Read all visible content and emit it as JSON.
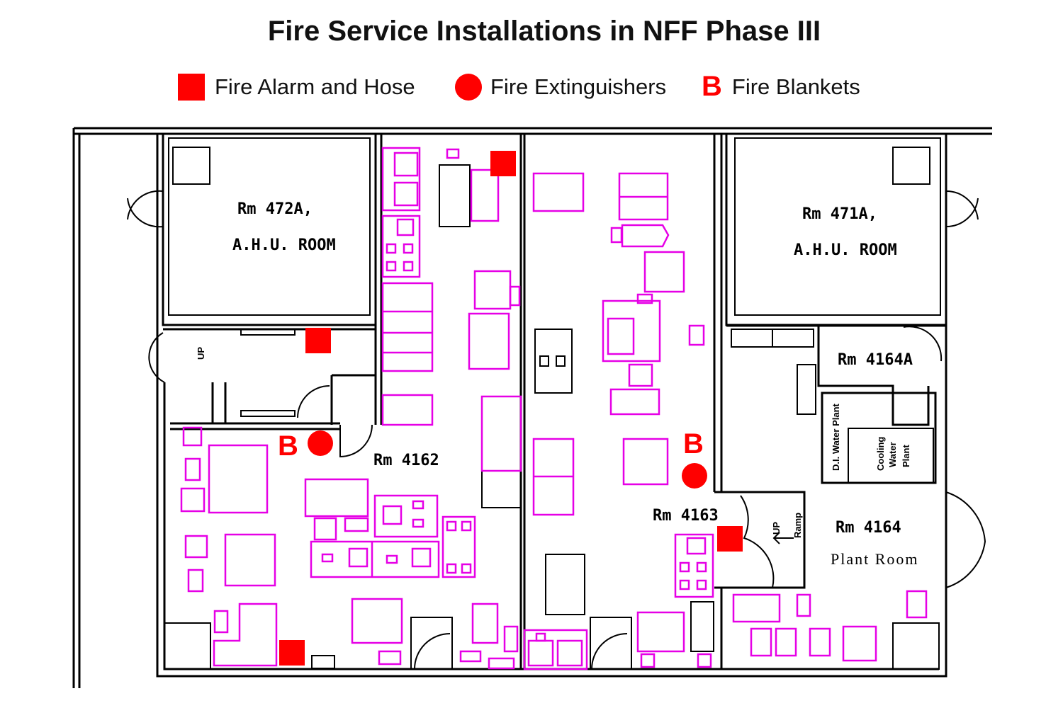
{
  "title": "Fire Service Installations in NFF Phase III",
  "legend": [
    {
      "icon": "red-square",
      "label": "Fire Alarm and Hose"
    },
    {
      "icon": "red-circle",
      "label": "Fire Extinguishers"
    },
    {
      "icon": "B",
      "label": "Fire Blankets"
    }
  ],
  "colors": {
    "marker": "#ff0000",
    "equipment": "#e600e6",
    "walls": "#000000"
  },
  "rooms": {
    "r472a_line1": "Rm 472A,",
    "r472a_line2": "A.H.U. ROOM",
    "r471a_line1": "Rm 471A,",
    "r471a_line2": "A.H.U. ROOM",
    "r4164a": "Rm 4164A",
    "r4162": "Rm 4162",
    "r4163": "Rm 4163",
    "r4164": "Rm 4164",
    "r4164_sub": "Plant Room",
    "di_water": "D.I. Water Plant",
    "cooling_1": "Cooling",
    "cooling_2": "Water",
    "cooling_3": "Plant"
  },
  "annotations": {
    "up": "UP",
    "ramp": "Ramp",
    "blanket_letter": "B"
  }
}
